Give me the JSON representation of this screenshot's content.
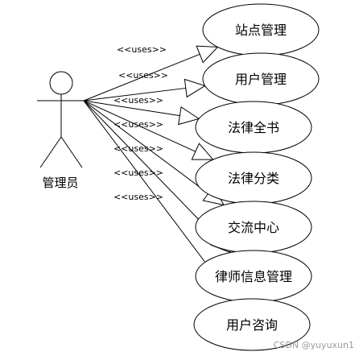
{
  "actor": {
    "name": "管理员"
  },
  "stereotype": "<<uses>>",
  "use_cases": [
    {
      "label": "站点管理"
    },
    {
      "label": "用户管理"
    },
    {
      "label": "法律全书"
    },
    {
      "label": "法律分类"
    },
    {
      "label": "交流中心"
    },
    {
      "label": "律师信息管理"
    },
    {
      "label": "用户咨询"
    }
  ],
  "watermark": "CSDN @yuyuxun1"
}
